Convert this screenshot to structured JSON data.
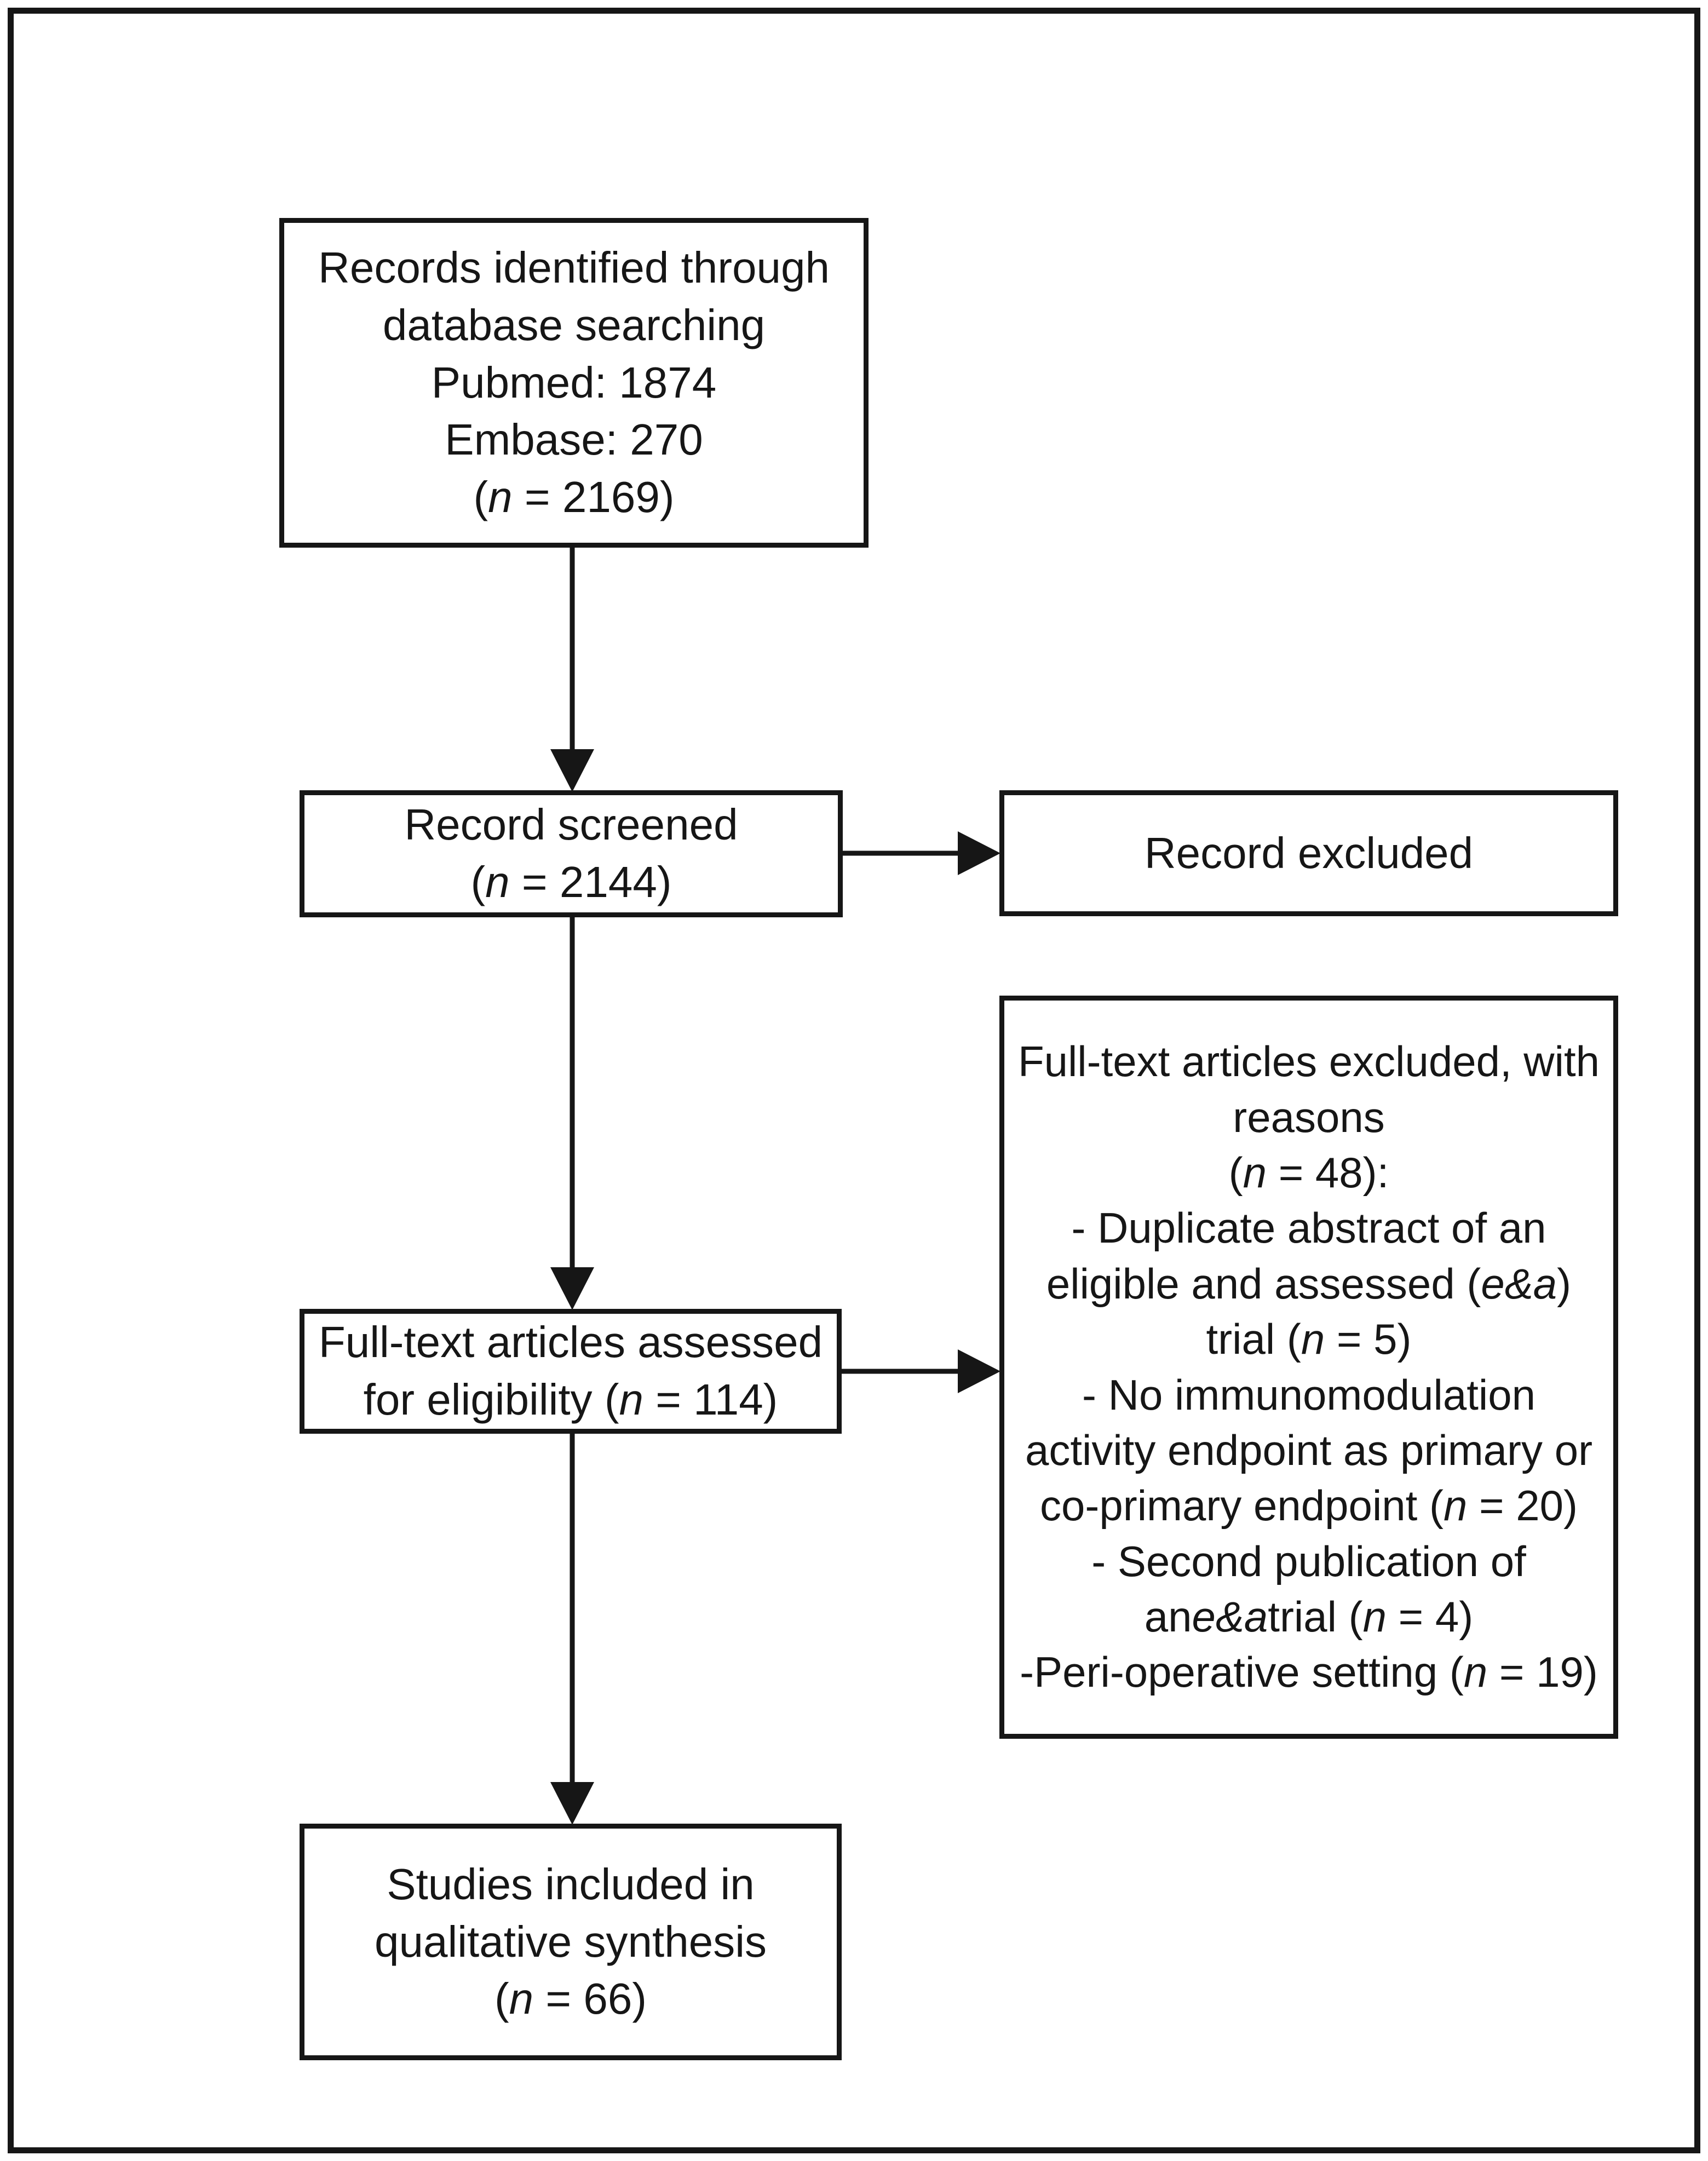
{
  "page": {
    "background": "#ffffff",
    "ink": "#161616",
    "diagram_type": "prisma-flow"
  },
  "boxes": {
    "identification": {
      "lines": [
        [
          {
            "t": "Records identified through"
          }
        ],
        [
          {
            "t": "database searching"
          }
        ],
        [
          {
            "t": "Pubmed: 1874"
          }
        ],
        [
          {
            "t": "Embase: 270"
          }
        ],
        [
          {
            "t": "("
          },
          {
            "t": "n",
            "i": 1
          },
          {
            "t": " = 2169)"
          }
        ]
      ]
    },
    "screened": {
      "lines": [
        [
          {
            "t": "Record screened"
          }
        ],
        [
          {
            "t": "("
          },
          {
            "t": "n",
            "i": 1
          },
          {
            "t": " = 2144)"
          }
        ]
      ]
    },
    "excluded": {
      "lines": [
        [
          {
            "t": "Record excluded"
          }
        ]
      ]
    },
    "fulltext": {
      "lines": [
        [
          {
            "t": "Full-text articles assessed"
          }
        ],
        [
          {
            "t": "for eligibility ("
          },
          {
            "t": "n",
            "i": 1
          },
          {
            "t": " = 114)"
          }
        ]
      ]
    },
    "reasons": {
      "lines": [
        [
          {
            "t": "Full-text articles excluded, with"
          }
        ],
        [
          {
            "t": "reasons"
          }
        ],
        [
          {
            "t": "("
          },
          {
            "t": "n",
            "i": 1
          },
          {
            "t": " = 48):"
          }
        ],
        [
          {
            "t": "- Duplicate abstract of an"
          }
        ],
        [
          {
            "t": "eligible and assessed ("
          },
          {
            "t": "e&a",
            "i": 1
          },
          {
            "t": ")"
          }
        ],
        [
          {
            "t": "trial ("
          },
          {
            "t": "n",
            "i": 1
          },
          {
            "t": " = 5)"
          }
        ],
        [
          {
            "t": "- No immunomodulation"
          }
        ],
        [
          {
            "t": "activity endpoint as primary or"
          }
        ],
        [
          {
            "t": "co-primary endpoint ("
          },
          {
            "t": "n",
            "i": 1
          },
          {
            "t": " = 20)"
          }
        ],
        [
          {
            "t": "- Second publication of"
          }
        ],
        [
          {
            "t": "an"
          },
          {
            "t": "e&a",
            "i": 1
          },
          {
            "t": "trial ("
          },
          {
            "t": "n",
            "i": 1
          },
          {
            "t": " = 4)"
          }
        ],
        [
          {
            "t": "-Peri-operative setting ("
          },
          {
            "t": "n",
            "i": 1
          },
          {
            "t": " = 19)"
          }
        ]
      ]
    },
    "included": {
      "lines": [
        [
          {
            "t": "Studies included in"
          }
        ],
        [
          {
            "t": "qualitative synthesis"
          }
        ],
        [
          {
            "t": "("
          },
          {
            "t": "n",
            "i": 1
          },
          {
            "t": " = 66)"
          }
        ]
      ]
    }
  }
}
